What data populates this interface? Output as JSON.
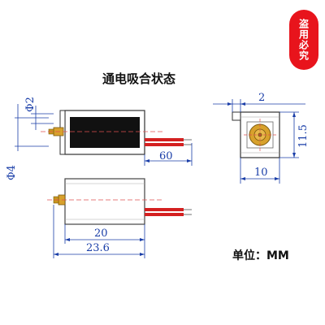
{
  "title": "通电吸合状态",
  "seal_text": "盗用必究",
  "unit_label": "单位：MM",
  "dimensions": {
    "phi2": "Φ2",
    "phi4": "Φ4",
    "len60": "60",
    "len20": "20",
    "len23_6": "23.6",
    "width2": "2",
    "width10": "10",
    "height11_5": "11.5"
  },
  "colors": {
    "dimension_line": "#1a3ea8",
    "outline": "#333333",
    "coil": "#111111",
    "wire_red": "#d42020",
    "seal": "#e8141c",
    "brass": "#d8a12c",
    "center_line": "#e05050"
  }
}
